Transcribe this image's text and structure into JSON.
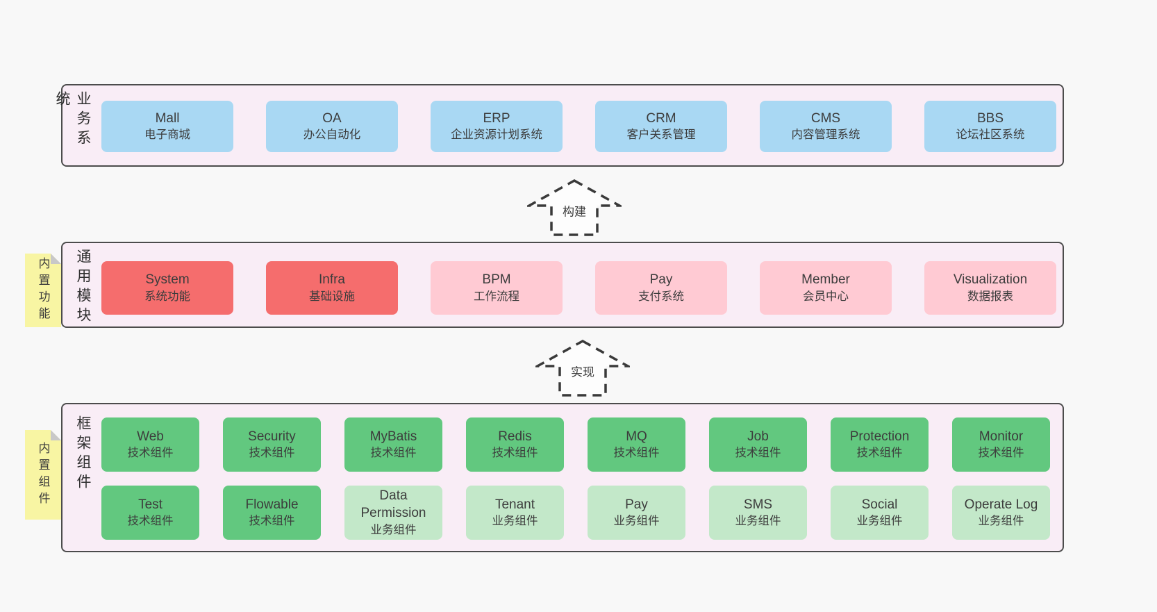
{
  "colors": {
    "canvas": "#f8f8f8",
    "sectionBg": "#f9edf6",
    "border": "#4c4c4c",
    "blue": "#a9d8f3",
    "red": "#f56d6d",
    "pink": "#ffcad3",
    "green": "#62c87f",
    "lightGreen": "#c3e8c9",
    "sticky": "#f8f5a3",
    "fold": "#c8c8c8",
    "arrowStroke": "#3a3a3a"
  },
  "sections": [
    {
      "name": "business-systems",
      "label": "业务系统",
      "rows": [
        [
          {
            "title": "Mall",
            "subtitle": "电子商城",
            "variant": "blue"
          },
          {
            "title": "OA",
            "subtitle": "办公自动化",
            "variant": "blue"
          },
          {
            "title": "ERP",
            "subtitle": "企业资源计划系统",
            "variant": "blue"
          },
          {
            "title": "CRM",
            "subtitle": "客户关系管理",
            "variant": "blue"
          },
          {
            "title": "CMS",
            "subtitle": "内容管理系统",
            "variant": "blue"
          },
          {
            "title": "BBS",
            "subtitle": "论坛社区系统",
            "variant": "blue"
          }
        ]
      ]
    },
    {
      "name": "common-modules",
      "label": "通用模块",
      "sticky": "内置功能",
      "rows": [
        [
          {
            "title": "System",
            "subtitle": "系统功能",
            "variant": "red"
          },
          {
            "title": "Infra",
            "subtitle": "基础设施",
            "variant": "red"
          },
          {
            "title": "BPM",
            "subtitle": "工作流程",
            "variant": "pink"
          },
          {
            "title": "Pay",
            "subtitle": "支付系统",
            "variant": "pink"
          },
          {
            "title": "Member",
            "subtitle": "会员中心",
            "variant": "pink"
          },
          {
            "title": "Visualization",
            "subtitle": "数据报表",
            "variant": "pink"
          }
        ]
      ]
    },
    {
      "name": "framework-components",
      "label": "框架组件",
      "sticky": "内置组件",
      "rows": [
        [
          {
            "title": "Web",
            "subtitle": "技术组件",
            "variant": "green"
          },
          {
            "title": "Security",
            "subtitle": "技术组件",
            "variant": "green"
          },
          {
            "title": "MyBatis",
            "subtitle": "技术组件",
            "variant": "green"
          },
          {
            "title": "Redis",
            "subtitle": "技术组件",
            "variant": "green"
          },
          {
            "title": "MQ",
            "subtitle": "技术组件",
            "variant": "green"
          },
          {
            "title": "Job",
            "subtitle": "技术组件",
            "variant": "green"
          },
          {
            "title": "Protection",
            "subtitle": "技术组件",
            "variant": "green"
          },
          {
            "title": "Monitor",
            "subtitle": "技术组件",
            "variant": "green"
          }
        ],
        [
          {
            "title": "Test",
            "subtitle": "技术组件",
            "variant": "green"
          },
          {
            "title": "Flowable",
            "subtitle": "技术组件",
            "variant": "green"
          },
          {
            "title": "Data Permission",
            "subtitle": "业务组件",
            "variant": "lightGreen"
          },
          {
            "title": "Tenant",
            "subtitle": "业务组件",
            "variant": "lightGreen"
          },
          {
            "title": "Pay",
            "subtitle": "业务组件",
            "variant": "lightGreen"
          },
          {
            "title": "SMS",
            "subtitle": "业务组件",
            "variant": "lightGreen"
          },
          {
            "title": "Social",
            "subtitle": "业务组件",
            "variant": "lightGreen"
          },
          {
            "title": "Operate Log",
            "subtitle": "业务组件",
            "variant": "lightGreen"
          }
        ]
      ]
    }
  ],
  "arrows": [
    {
      "label": "构建"
    },
    {
      "label": "实现"
    }
  ]
}
